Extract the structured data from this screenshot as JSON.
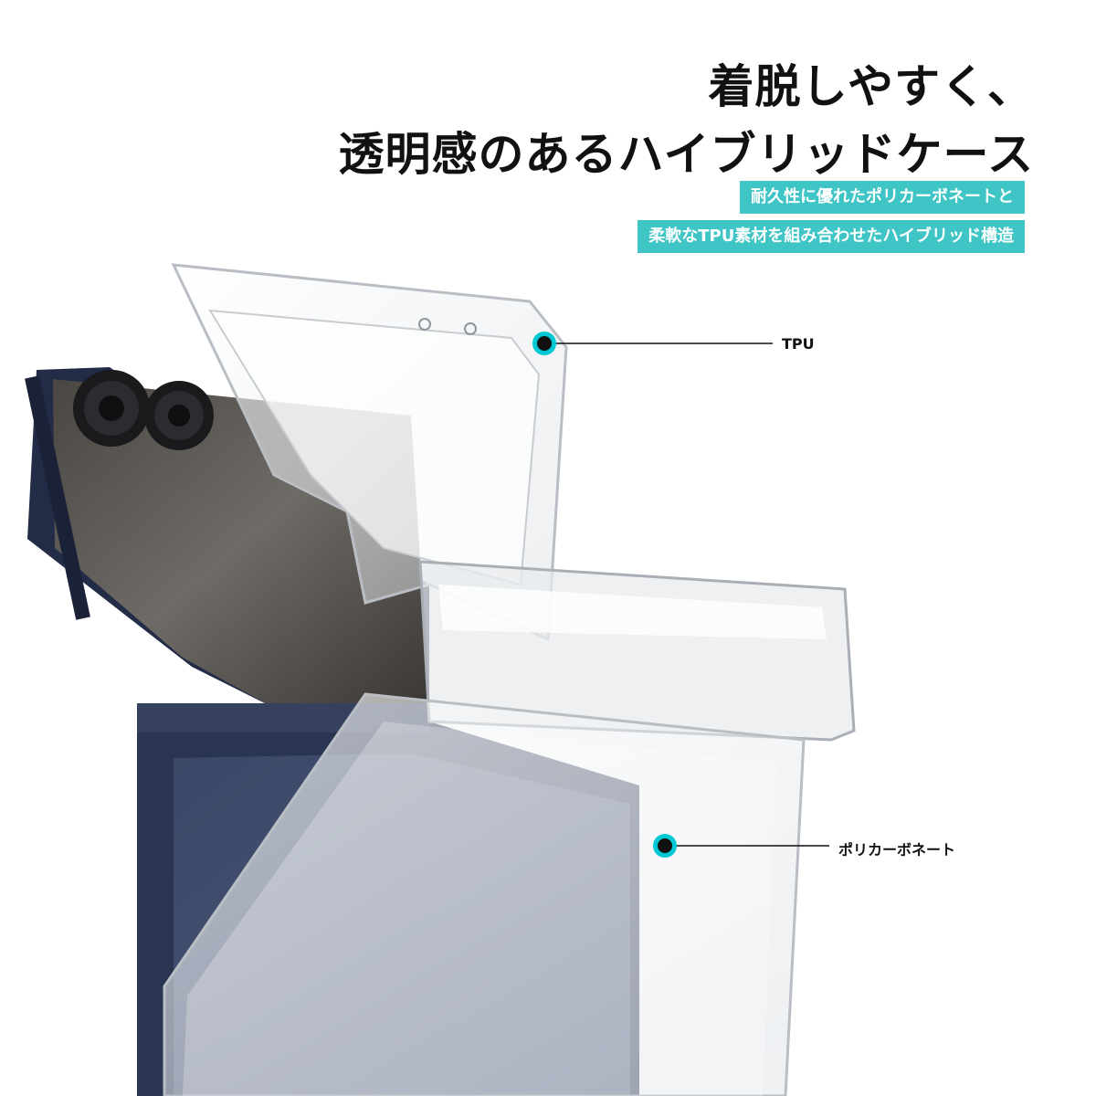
{
  "headline": {
    "line1": "着脱しやすく、",
    "line2": "透明感のあるハイブリッドケース"
  },
  "badges": [
    "耐久性に優れたポリカーボネートと",
    "柔軟なTPU素材を組み合わせたハイブリッド構造"
  ],
  "callouts": {
    "tpu": "TPU",
    "polycarbonate": "ポリカーボネート"
  },
  "colors": {
    "accent": "#3fc5c5",
    "callout_dot": "#00c8d2",
    "phone_body": "#2a3552",
    "phone_back": "#465272"
  }
}
